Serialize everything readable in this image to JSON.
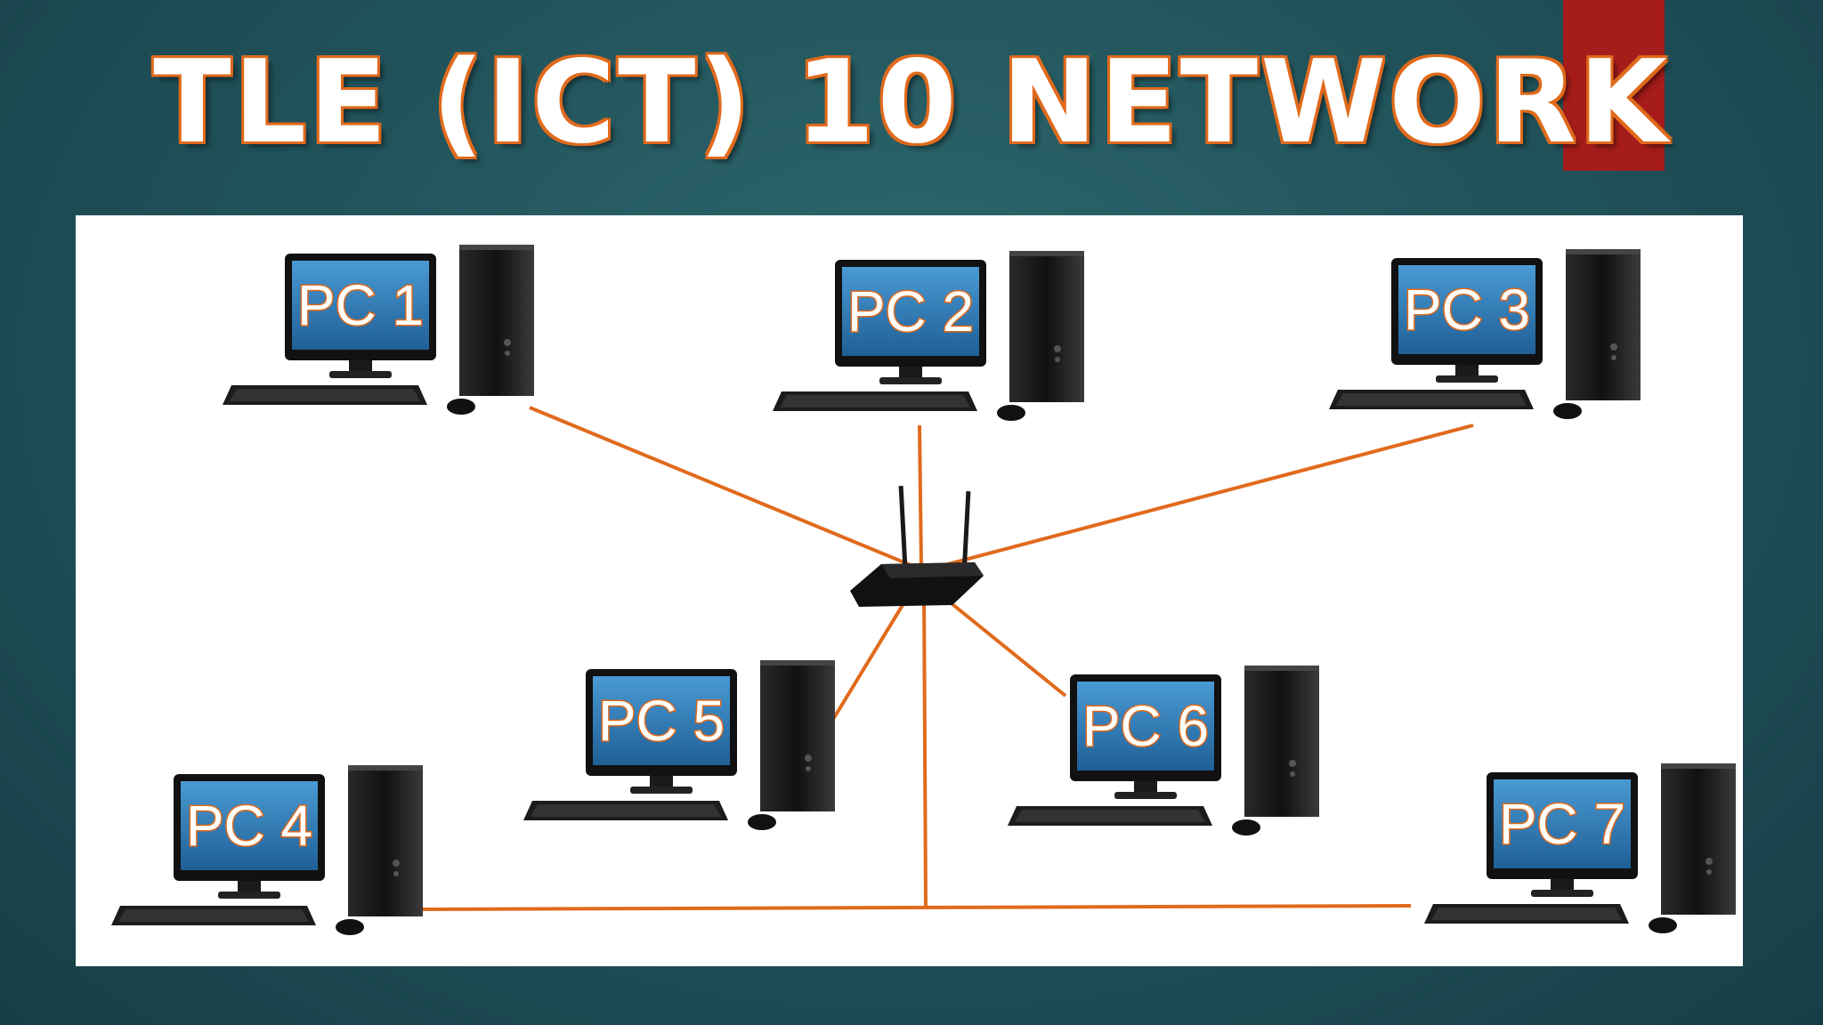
{
  "title": "TLE (ICT) 10 NETWORK",
  "colors": {
    "background": "#22545c",
    "accent": "#a51c1a",
    "cable": "#e06a1c",
    "screen": "#2f7fbf",
    "panel": "#ffffff"
  },
  "diagram": {
    "hub_icon": "router-icon",
    "nodes": [
      {
        "id": "pc1",
        "label": "PC 1"
      },
      {
        "id": "pc2",
        "label": "PC 2"
      },
      {
        "id": "pc3",
        "label": "PC 3"
      },
      {
        "id": "pc4",
        "label": "PC 4"
      },
      {
        "id": "pc5",
        "label": "PC 5"
      },
      {
        "id": "pc6",
        "label": "PC 6"
      },
      {
        "id": "pc7",
        "label": "PC 7"
      }
    ]
  }
}
